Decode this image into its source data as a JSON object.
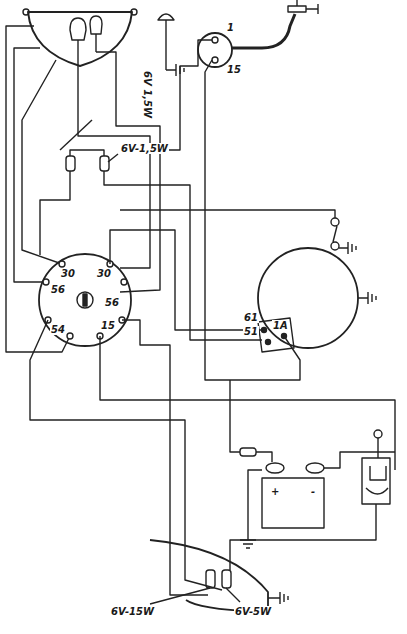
{
  "diagram": {
    "labels": [
      "6V 1,5W",
      "1",
      "15",
      "6V-1,5W",
      "30",
      "30",
      "56",
      "56",
      "54",
      "15",
      "61",
      "51",
      "1A",
      "+",
      "-",
      "6V-15W",
      "6V-5W"
    ]
  }
}
